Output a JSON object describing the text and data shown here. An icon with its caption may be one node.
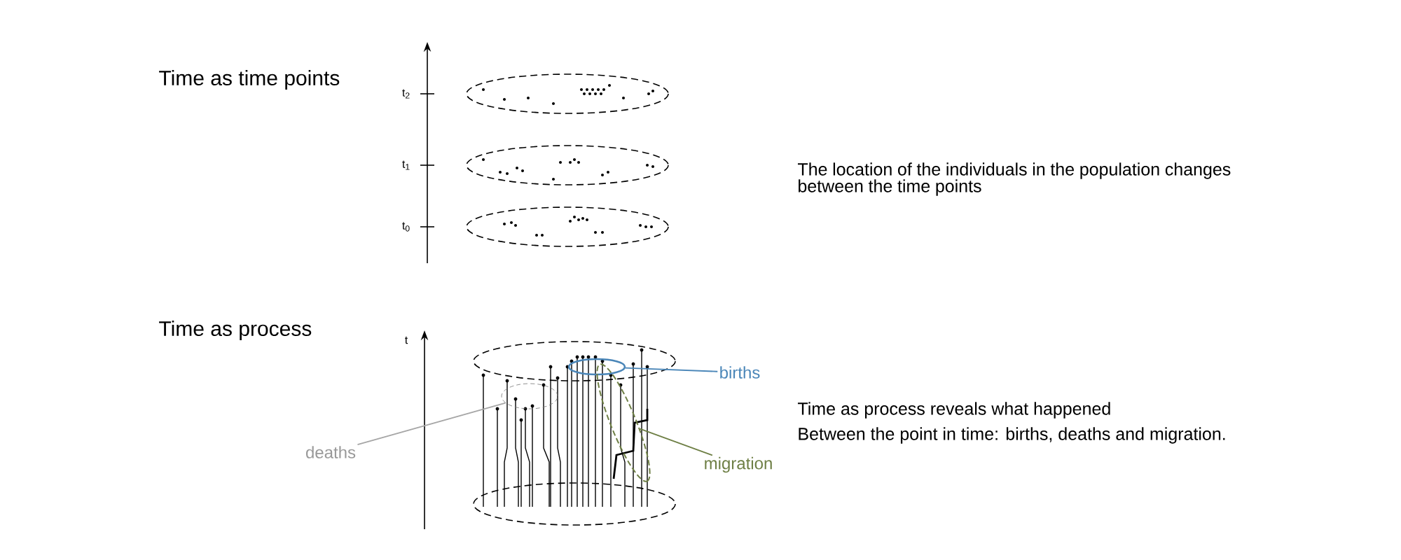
{
  "diagram": {
    "nodes": [
      {
        "text": [
          "deaths"
        ]
      },
      {
        "text": [],
        "shape": "ellipse"
      },
      {
        "text": [
          "births"
        ]
      },
      {
        "text": [],
        "shape": "ellipse"
      },
      {
        "text": [
          "migration"
        ]
      },
      {
        "text": [],
        "shape": "ellipse"
      }
    ],
    "edges": [
      {
        "from": 0,
        "to": 1,
        "arrow": "none",
        "color": "#a6a6a6"
      },
      {
        "from": 2,
        "to": 3,
        "arrow": "none",
        "color": "#4a86b8"
      },
      {
        "from": 4,
        "to": 5,
        "arrow": "none",
        "color": "#6e7f45"
      }
    ],
    "labels": [
      "Time as time points",
      "t$_{2}$",
      "t$_{1}$",
      "t$_{0}$",
      "The location of the individuals in the population changes between the time points",
      "Time as process",
      "t",
      "Time as process reveals what happened",
      "Between the point in time: births, deaths and migration."
    ]
  }
}
